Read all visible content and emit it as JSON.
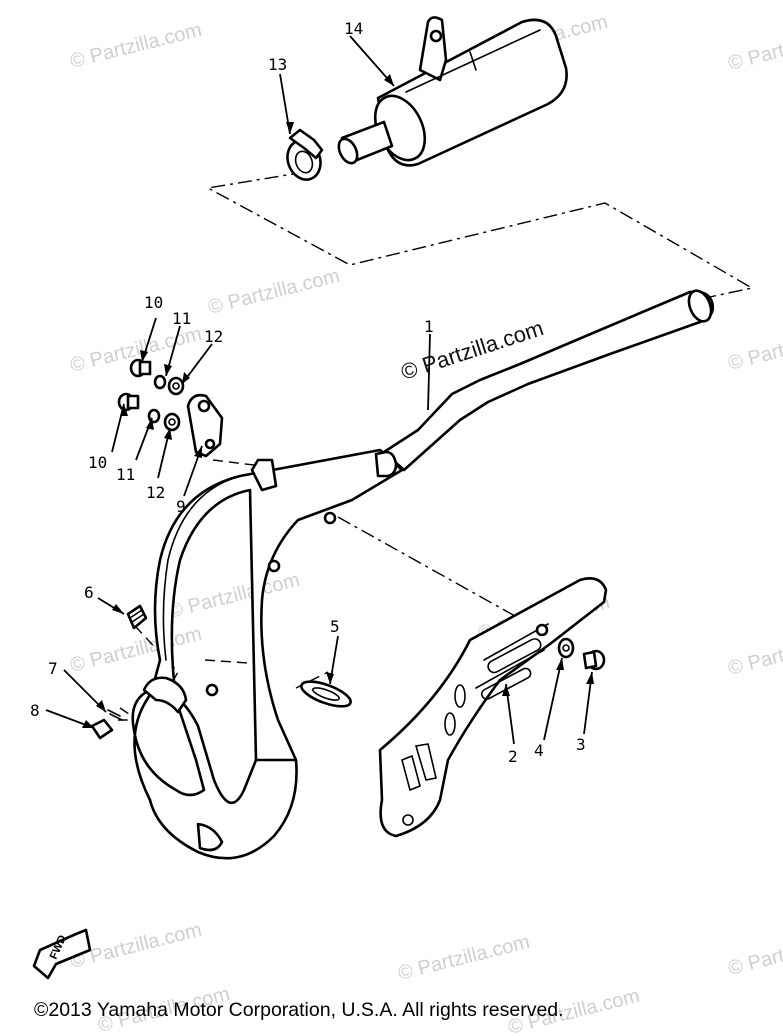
{
  "watermark": {
    "text": "© Partzilla.com"
  },
  "callouts": {
    "c1": "1",
    "c2": "2",
    "c3": "3",
    "c4": "4",
    "c5": "5",
    "c6": "6",
    "c7": "7",
    "c8": "8",
    "c9": "9",
    "c10a": "10",
    "c10b": "10",
    "c11a": "11",
    "c11b": "11",
    "c12a": "12",
    "c12b": "12",
    "c13": "13",
    "c14": "14"
  },
  "fwd_label": "FWD",
  "copyright": "©2013  Yamaha Motor Corporation, U.S.A. All rights reserved."
}
